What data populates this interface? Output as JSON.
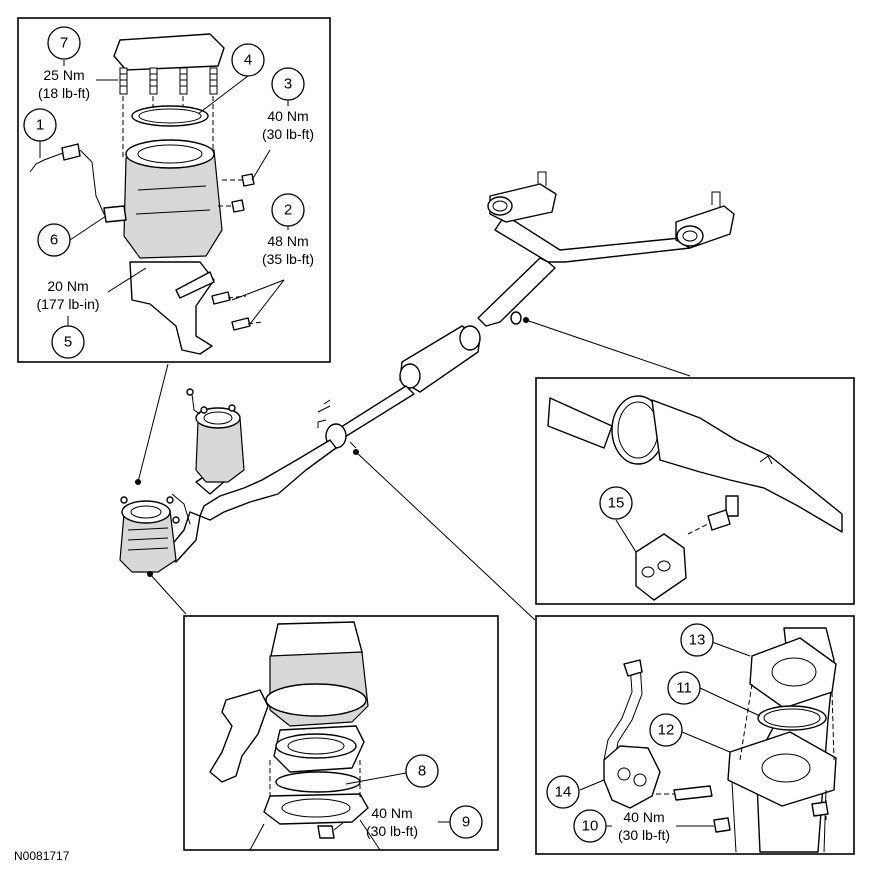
{
  "figure_id": "N0081717",
  "callouts": {
    "c1": "1",
    "c2": "2",
    "c3": "3",
    "c4": "4",
    "c5": "5",
    "c6": "6",
    "c7": "7",
    "c8": "8",
    "c9": "9",
    "c10": "10",
    "c11": "11",
    "c12": "12",
    "c13": "13",
    "c14": "14",
    "c15": "15"
  },
  "torques": {
    "t7_nm": "25 Nm",
    "t7_imp": "(18 lb-ft)",
    "t3_nm": "40 Nm",
    "t3_imp": "(30 lb-ft)",
    "t2_nm": "48 Nm",
    "t2_imp": "(35 lb-ft)",
    "t5_nm": "20 Nm",
    "t5_imp": "(177 lb-in)",
    "t9_nm": "40 Nm",
    "t9_imp": "(30 lb-ft)",
    "t10_nm": "40 Nm",
    "t10_imp": "(30 lb-ft)"
  }
}
